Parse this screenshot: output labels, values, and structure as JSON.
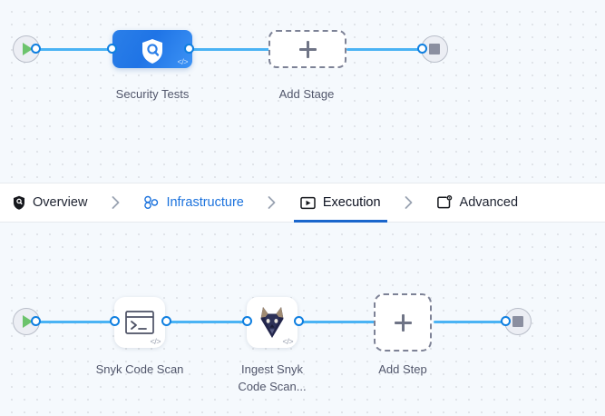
{
  "colors": {
    "canvas_bg": "#f5f9fd",
    "connector": "#4ab3f4",
    "connector_dot": "#0f7fe0",
    "stage_blue": "#1f74e6",
    "accent_tab": "#1b72dd",
    "active_underline": "#1a66cc",
    "start_green": "#6cc36c",
    "stop_gray": "#8b8fa0",
    "dashed_border": "#7d8296",
    "caption_text": "#51566b"
  },
  "stage_canvas": {
    "name": "pipeline-stages",
    "start_node": {
      "icon": "play-icon"
    },
    "end_node": {
      "icon": "stop-icon"
    },
    "stage": {
      "label": "Security Tests",
      "icon": "shield-scan-icon",
      "badge": "</>"
    },
    "add_stage": {
      "label": "Add Stage",
      "icon": "plus-icon"
    }
  },
  "nav": {
    "tabs": [
      {
        "label": "Overview",
        "icon": "shield-icon",
        "state": "default"
      },
      {
        "label": "Infrastructure",
        "icon": "infrastructure-icon",
        "state": "accent"
      },
      {
        "label": "Execution",
        "icon": "execution-play-icon",
        "state": "active"
      },
      {
        "label": "Advanced",
        "icon": "advanced-gear-icon",
        "state": "default"
      }
    ],
    "separator": "chevron-right-icon"
  },
  "step_canvas": {
    "name": "pipeline-steps",
    "start_node": {
      "icon": "play-icon"
    },
    "end_node": {
      "icon": "stop-icon"
    },
    "steps": [
      {
        "label": "Snyk Code Scan",
        "icon": "terminal-icon",
        "badge": "</>"
      },
      {
        "label": "Ingest Snyk\nCode Scan...",
        "icon": "snyk-doberman-icon",
        "badge": "</>"
      }
    ],
    "add_step": {
      "label": "Add Step",
      "icon": "plus-icon"
    }
  }
}
